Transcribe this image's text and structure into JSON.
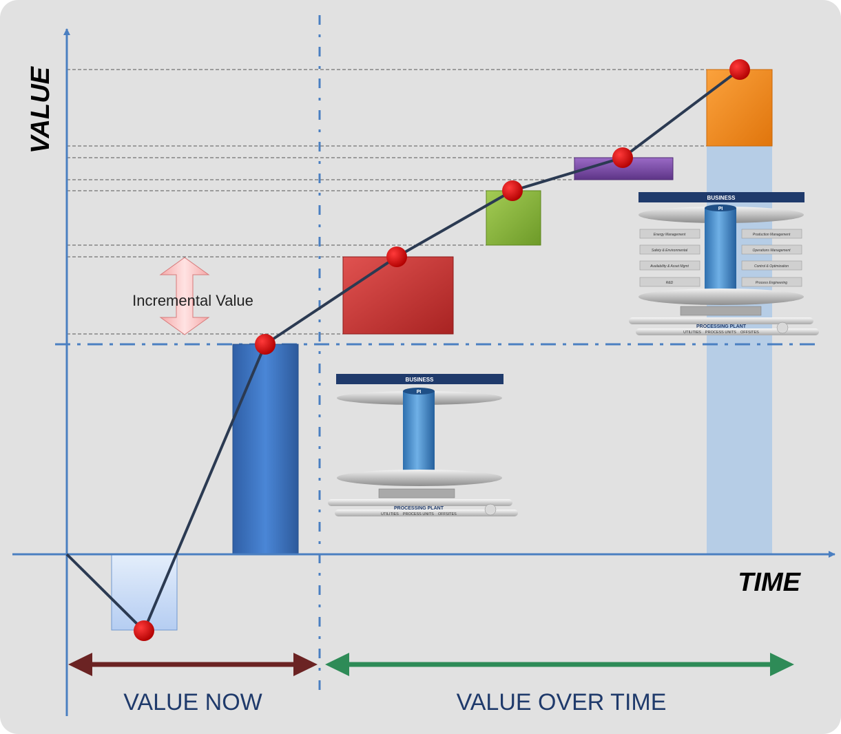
{
  "axes": {
    "y_label": "VALUE",
    "x_label": "TIME"
  },
  "annotations": {
    "incremental_value": "Incremental Value",
    "value_now": "VALUE NOW",
    "value_over_time": "VALUE OVER TIME"
  },
  "pi_diagram_small": {
    "business": "BUSINESS",
    "pi": "PI",
    "processing_plant": "PROCESSING PLANT",
    "plant_areas": "UTILITIES    PROCESS UNITS    OFFSITES"
  },
  "pi_diagram_large": {
    "business": "BUSINESS",
    "pi": "PI",
    "processing_plant": "PROCESSING PLANT",
    "plant_areas": "UTILITIES    PROCESS UNITS    OFFSITES",
    "left_modules": [
      "Energy Management",
      "Safety & Environmental",
      "Availability & Asset Mgmt",
      "R&D"
    ],
    "right_modules": [
      "Production Management",
      "Operations Management",
      "Control & Optimization",
      "Process Engineering"
    ]
  },
  "colors": {
    "background": "#e1e1e1",
    "axis": "#4a7fc1",
    "trend_line": "#2b3a52",
    "marker": "#c40000",
    "value_now_arrow": "#6b2323",
    "value_over_time_arrow": "#2e8b57",
    "bar_initial": "#c5d8f6",
    "bar_blue": "#3a72c0",
    "bar_red": "#c63331",
    "bar_green": "#86b33a",
    "bar_purple": "#7a4aa6",
    "bar_orange": "#f08a1e"
  }
}
